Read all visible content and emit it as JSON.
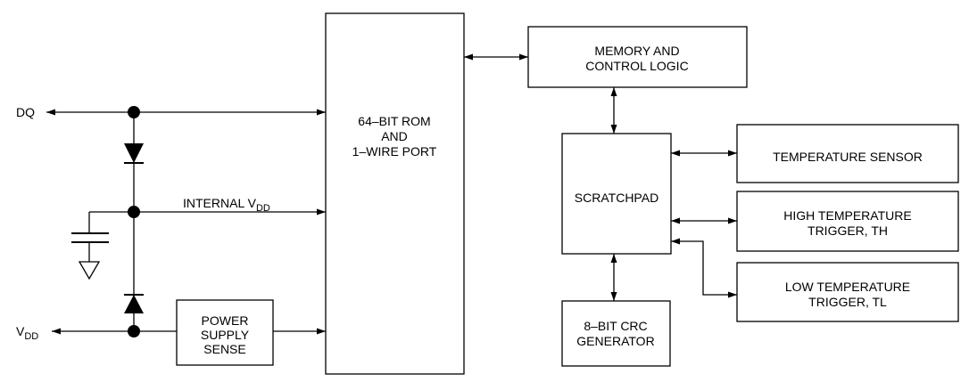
{
  "labels": {
    "dq": "DQ",
    "vdd_main": "V",
    "vdd_sub": "DD",
    "internal_main": "INTERNAL V",
    "internal_sub": "DD"
  },
  "blocks": {
    "rom": [
      "64–BIT ROM",
      "AND",
      "1–WIRE PORT"
    ],
    "memory": [
      "MEMORY AND",
      "CONTROL LOGIC"
    ],
    "scratchpad": [
      "SCRATCHPAD"
    ],
    "temp_sensor": [
      "TEMPERATURE SENSOR"
    ],
    "high_trigger": [
      "HIGH TEMPERATURE",
      "TRIGGER, TH"
    ],
    "low_trigger": [
      "LOW TEMPERATURE",
      "TRIGGER, TL"
    ],
    "crc": [
      "8–BIT CRC",
      "GENERATOR"
    ],
    "power_sense": [
      "POWER",
      "SUPPLY",
      "SENSE"
    ]
  }
}
